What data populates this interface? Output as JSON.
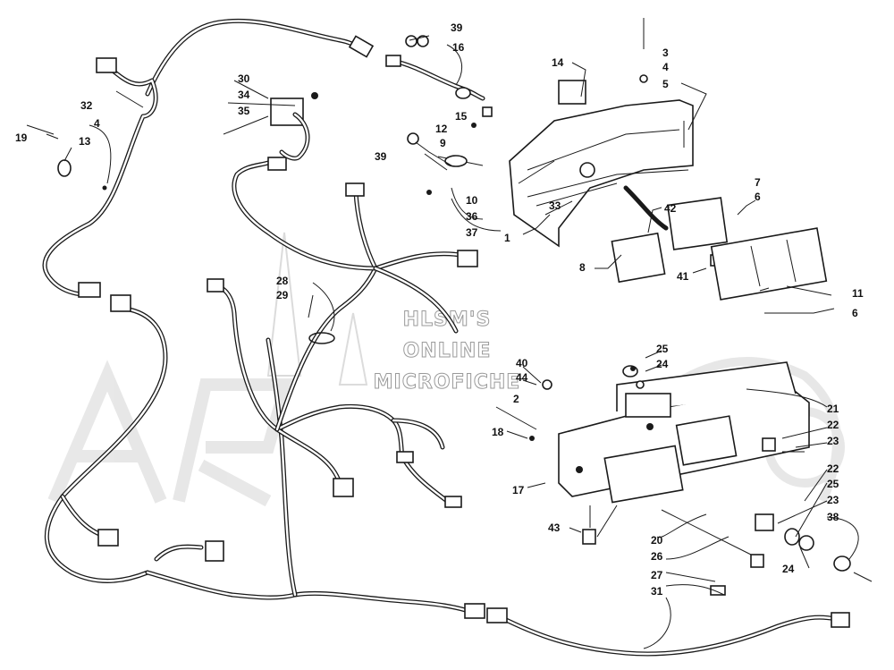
{
  "watermark": {
    "lines": [
      "HLSM'S",
      "ONLINE",
      "MICROFICHE"
    ],
    "logo_text": "ArcticCat"
  },
  "callouts": {
    "c1": "1",
    "c2": "2",
    "c3": "3",
    "c4a": "4",
    "c4b": "4",
    "c5": "5",
    "c6a": "6",
    "c6b": "6",
    "c7": "7",
    "c8": "8",
    "c9": "9",
    "c10": "10",
    "c11": "11",
    "c12": "12",
    "c13": "13",
    "c14": "14",
    "c15": "15",
    "c16": "16",
    "c17": "17",
    "c18": "18",
    "c19": "19",
    "c20": "20",
    "c21": "21",
    "c22a": "22",
    "c22b": "22",
    "c23a": "23",
    "c23b": "23",
    "c24a": "24",
    "c24b": "24",
    "c25a": "25",
    "c25b": "25",
    "c26": "26",
    "c27": "27",
    "c28": "28",
    "c29": "29",
    "c30": "30",
    "c31": "31",
    "c32": "32",
    "c33": "33",
    "c34": "34",
    "c35": "35",
    "c36": "36",
    "c37": "37",
    "c38": "38",
    "c39a": "39",
    "c39b": "39",
    "c40": "40",
    "c41": "41",
    "c42": "42",
    "c43": "43",
    "c44": "44"
  }
}
